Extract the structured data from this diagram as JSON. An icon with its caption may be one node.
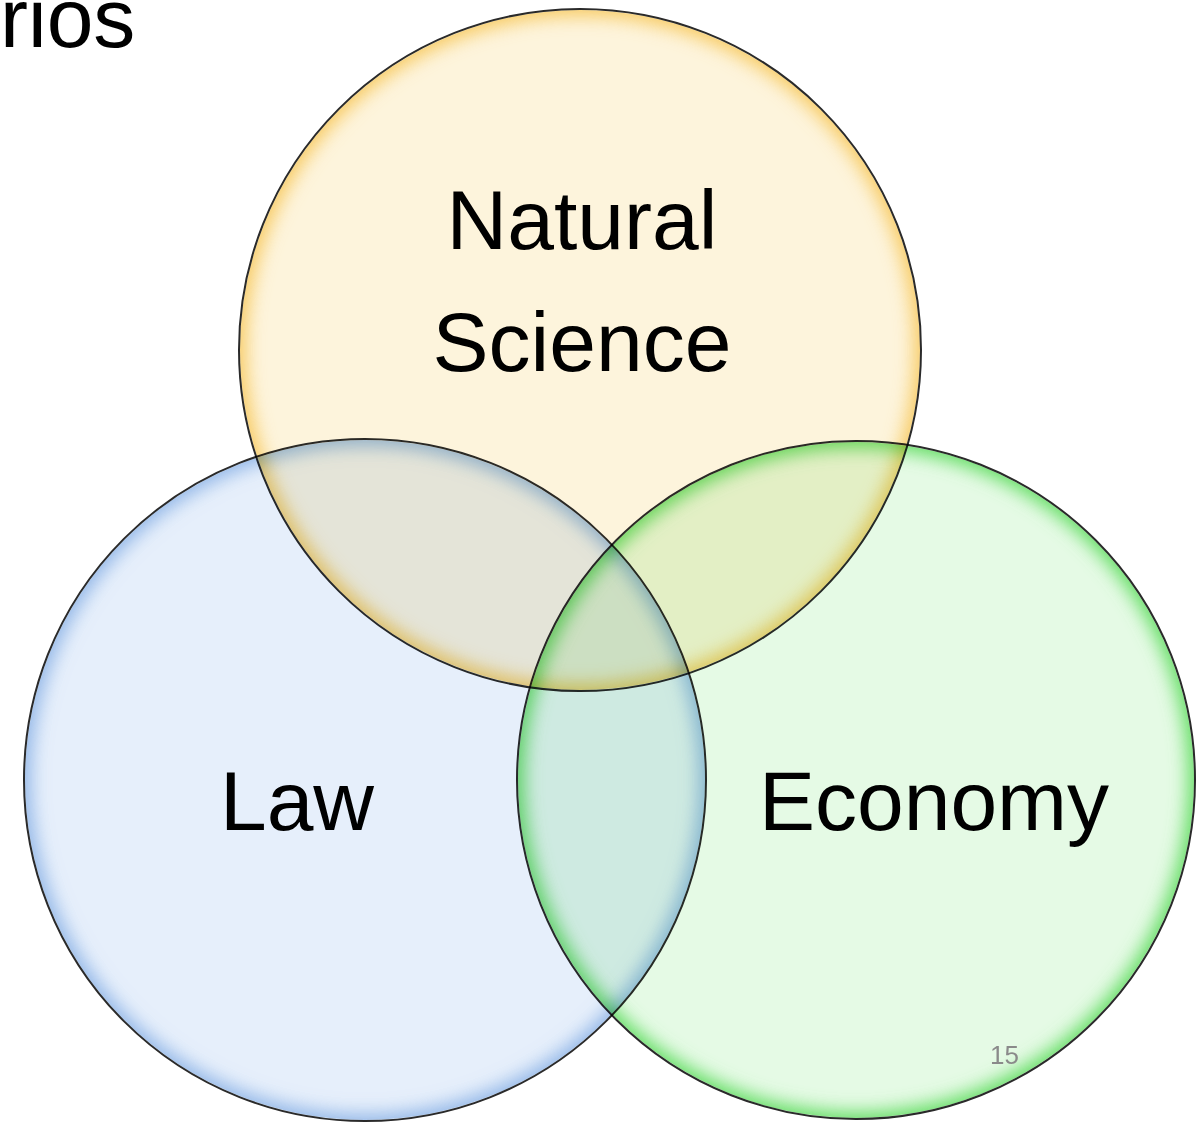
{
  "diagram": {
    "nodes": [
      {
        "text": [
          "Natural Science"
        ]
      },
      {
        "text": [
          "Law"
        ]
      },
      {
        "text": [
          "Economy"
        ]
      }
    ],
    "labels": [
      "rios",
      "15"
    ]
  }
}
